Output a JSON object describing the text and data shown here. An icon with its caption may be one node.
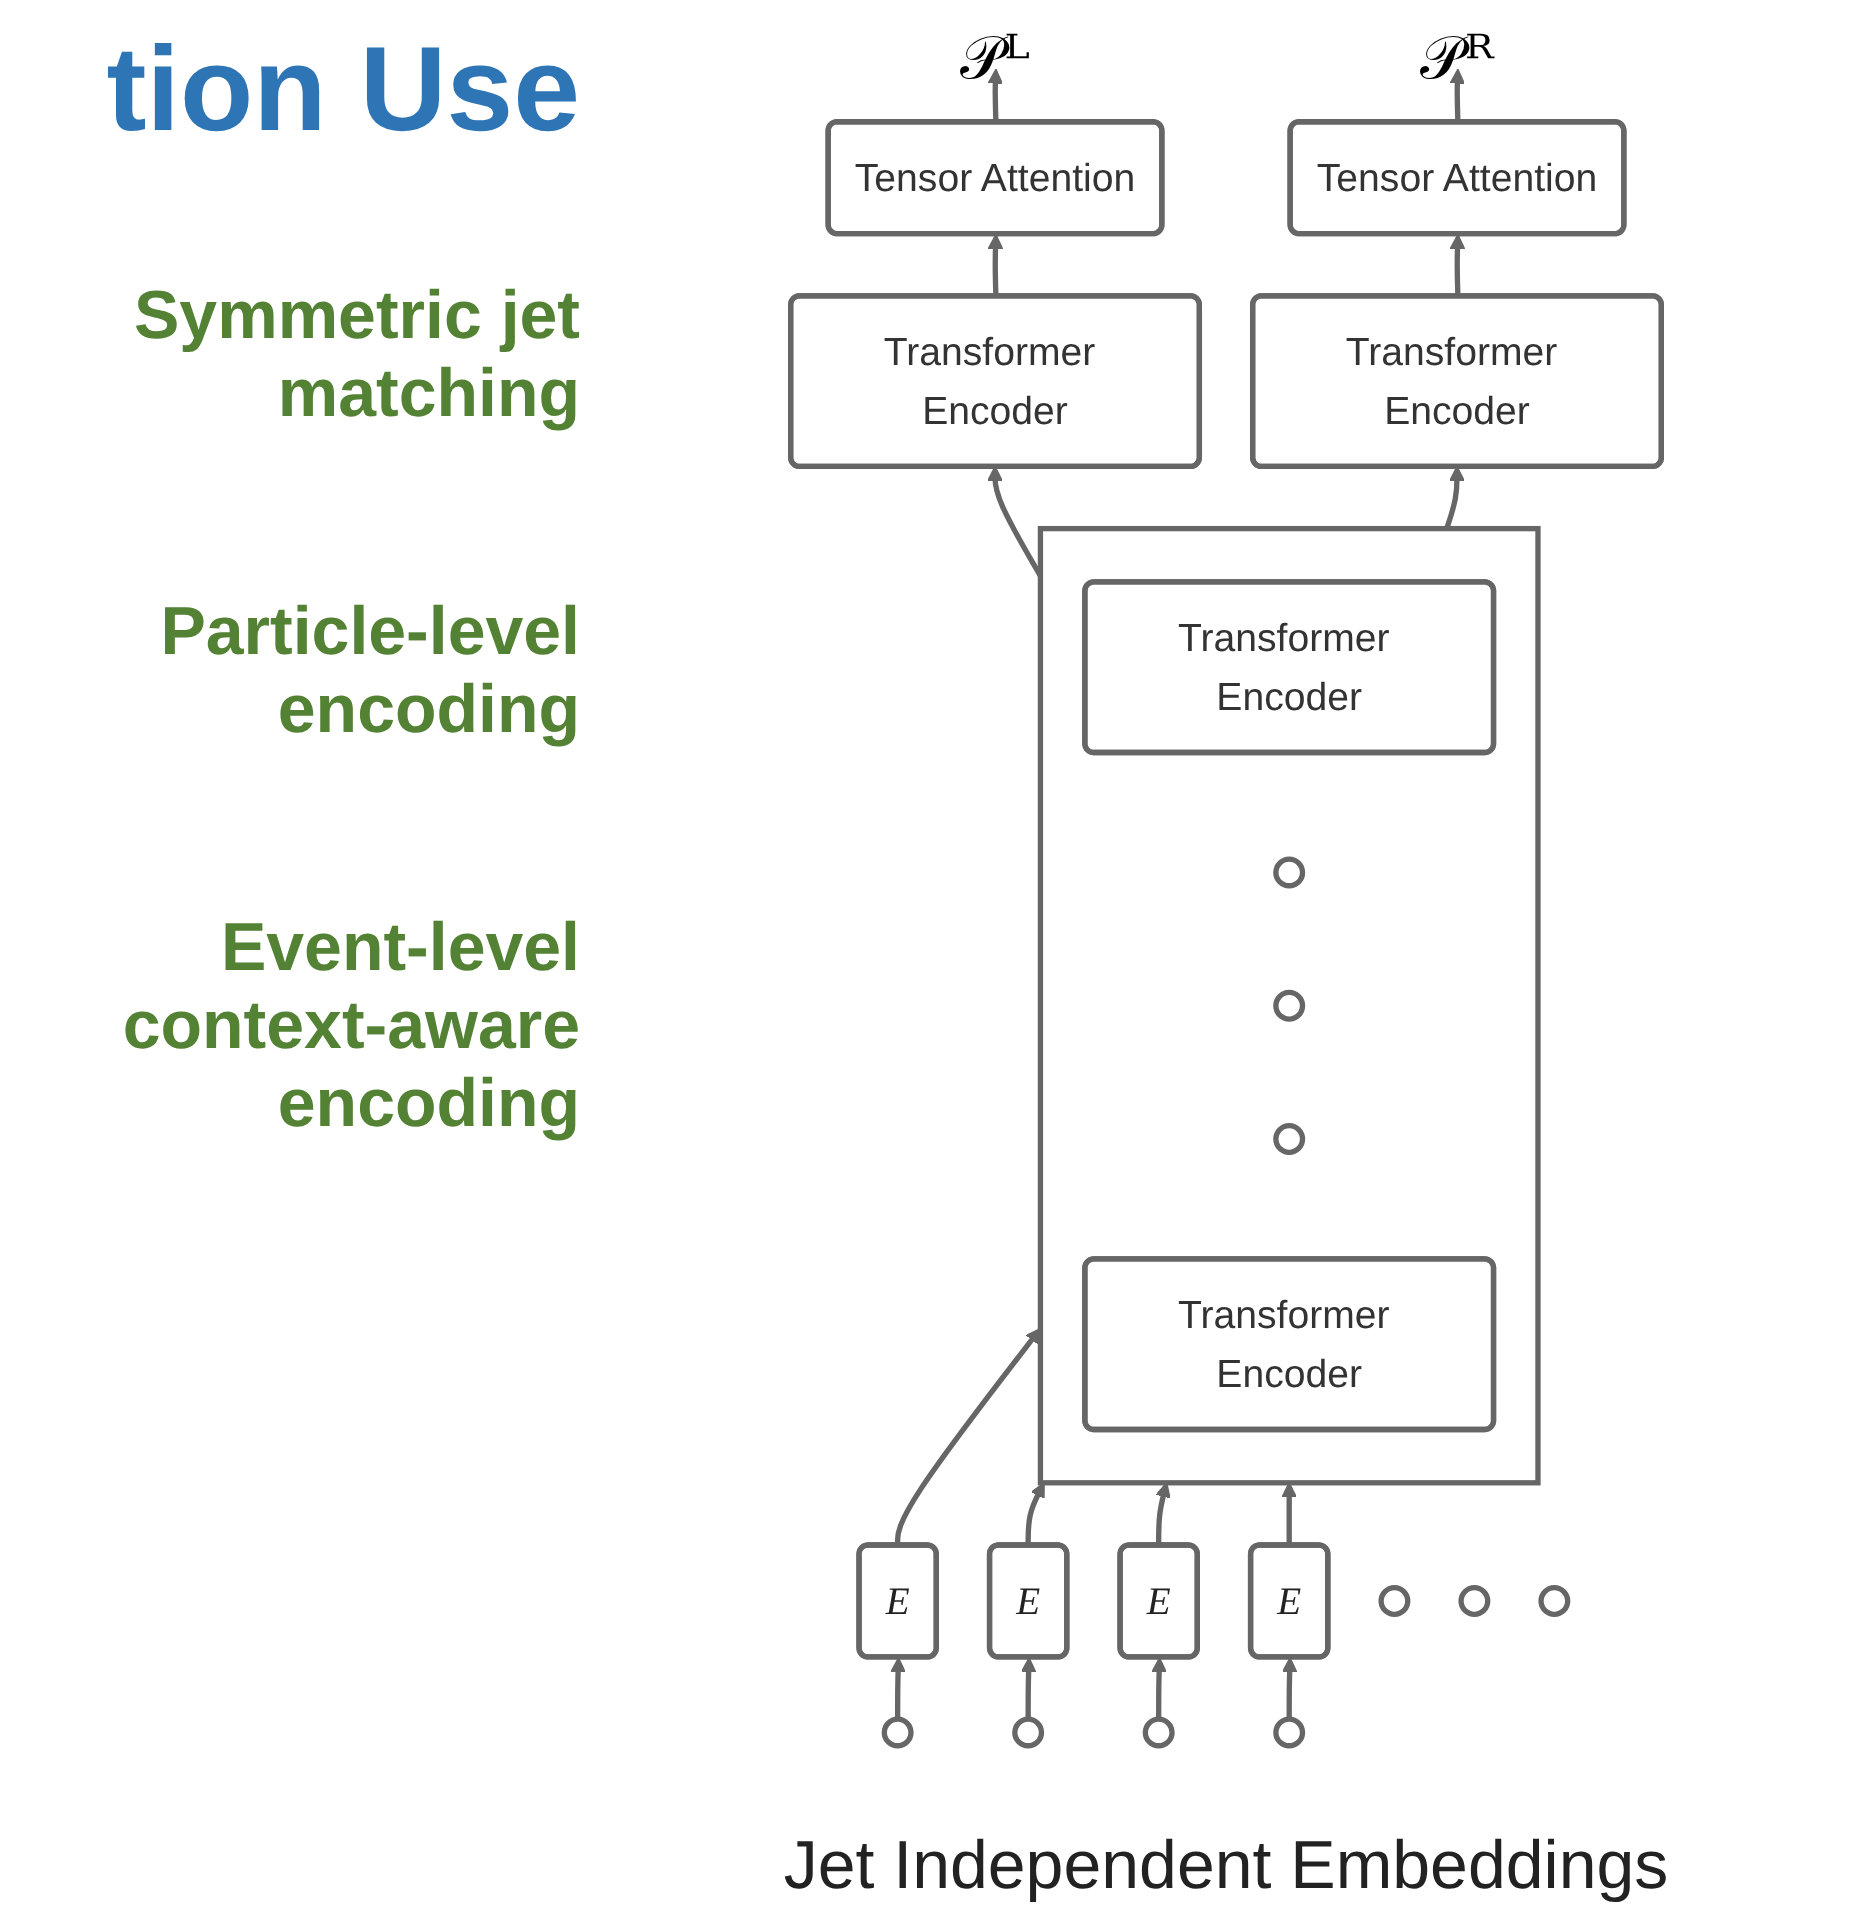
{
  "diagram": {
    "title": "tion Use",
    "nodes": [
      {
        "text": [
          "𝒫ᴸ"
        ]
      },
      {
        "text": [
          "𝒫ᴿ"
        ]
      },
      {
        "text": [
          "Tensor Attention"
        ]
      },
      {
        "text": [
          "Tensor Attention"
        ]
      },
      {
        "text": [
          "Transformer Encoder"
        ]
      },
      {
        "text": [
          "Transformer Encoder"
        ]
      },
      {
        "text": [],
        "shape": "box"
      },
      {
        "text": [
          "Transformer Encoder"
        ],
        "in": 6
      },
      {
        "text": [],
        "shape": "circle",
        "in": 6
      },
      {
        "text": [],
        "shape": "circle",
        "in": 6
      },
      {
        "text": [],
        "shape": "circle",
        "in": 6
      },
      {
        "text": [
          "Transformer Encoder"
        ],
        "in": 6
      },
      {
        "text": [
          "E"
        ]
      },
      {
        "text": [
          "E"
        ]
      },
      {
        "text": [
          "E"
        ]
      },
      {
        "text": [],
        "shape": "circle"
      },
      {
        "text": [],
        "shape": "circle"
      },
      {
        "text": [],
        "shape": "circle"
      },
      {
        "text": [
          "E"
        ]
      },
      {
        "text": [],
        "shape": "circle"
      },
      {
        "text": [],
        "shape": "circle"
      },
      {
        "text": [],
        "shape": "circle"
      },
      {
        "text": [],
        "shape": "circle"
      }
    ],
    "edges": [
      {
        "from": 2,
        "to": 0,
        "arrow": "to"
      },
      {
        "from": 3,
        "to": 1,
        "arrow": "to"
      },
      {
        "from": 4,
        "to": 2,
        "arrow": "to"
      },
      {
        "from": 5,
        "to": 3,
        "arrow": "to"
      },
      {
        "from": 6,
        "to": 4,
        "arrow": "to"
      },
      {
        "from": 6,
        "to": 5,
        "arrow": "to"
      },
      {
        "from": 12,
        "to": 6,
        "arrow": "to"
      },
      {
        "from": 13,
        "to": 6,
        "arrow": "to"
      },
      {
        "from": 14,
        "to": 6,
        "arrow": "to"
      },
      {
        "from": 18,
        "to": 6,
        "arrow": "to"
      },
      {
        "from": 19,
        "to": 12,
        "arrow": "to"
      },
      {
        "from": 20,
        "to": 13,
        "arrow": "to"
      },
      {
        "from": 21,
        "to": 14,
        "arrow": "to"
      },
      {
        "from": 22,
        "to": 18,
        "arrow": "to"
      }
    ],
    "labels": [
      "Symmetric jet matching",
      "Particle-level encoding",
      "Event-level context-aware encoding",
      "Jet Independent Embeddings"
    ]
  }
}
